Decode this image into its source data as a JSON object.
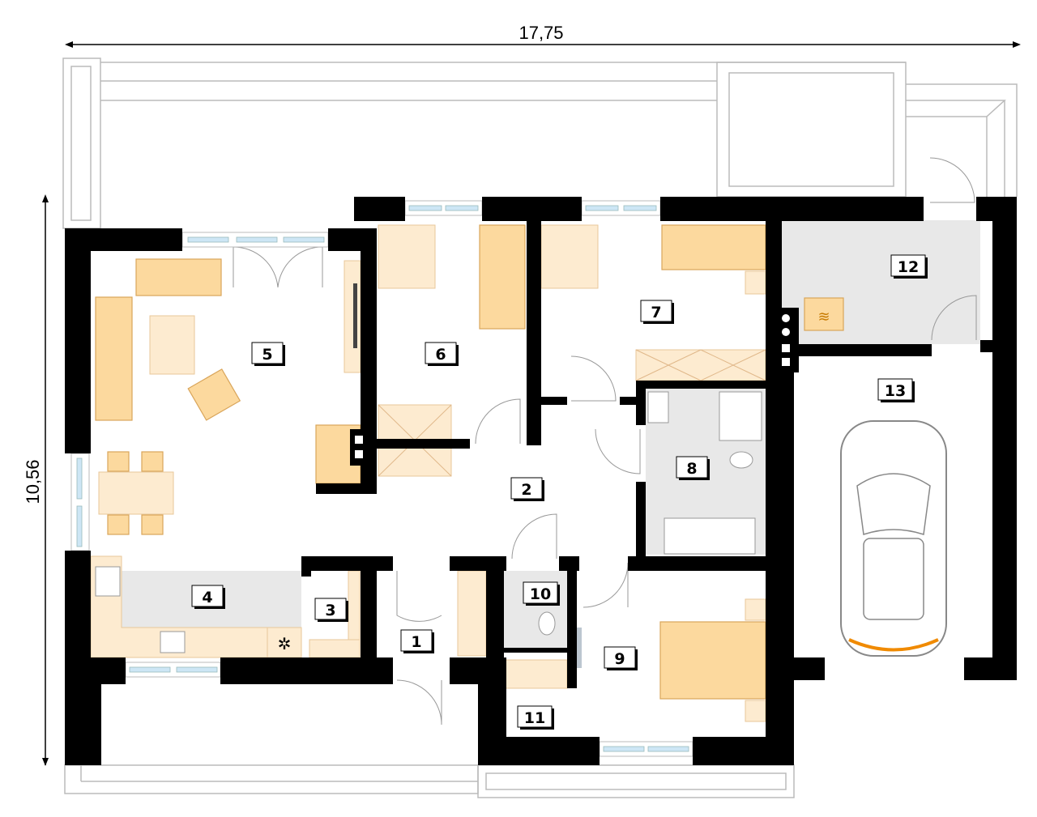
{
  "dimensions": {
    "width": "17,75",
    "depth": "10,56"
  },
  "rooms": [
    {
      "id": "1"
    },
    {
      "id": "2"
    },
    {
      "id": "3"
    },
    {
      "id": "4"
    },
    {
      "id": "5"
    },
    {
      "id": "6"
    },
    {
      "id": "7"
    },
    {
      "id": "8"
    },
    {
      "id": "9"
    },
    {
      "id": "10"
    },
    {
      "id": "11"
    },
    {
      "id": "12"
    },
    {
      "id": "13"
    }
  ],
  "colors": {
    "wall": "#000000",
    "furniture": "#fcd99e",
    "wet_area": "#e8e8e8",
    "glass": "#cde6f5"
  }
}
